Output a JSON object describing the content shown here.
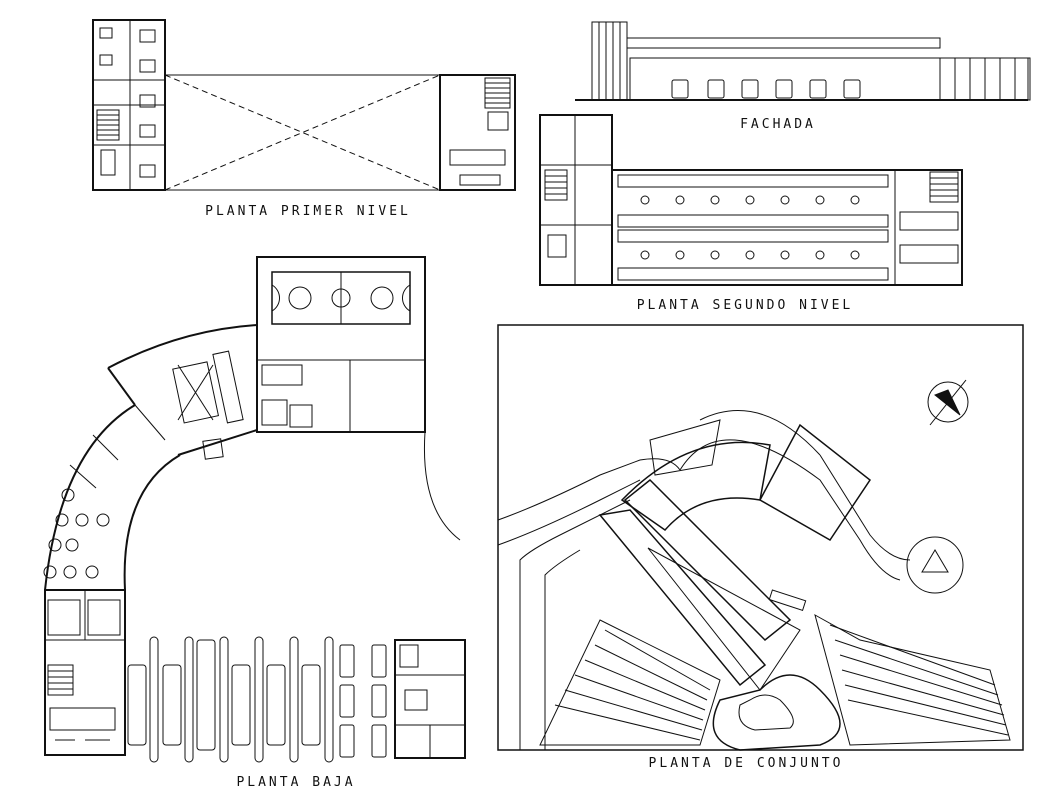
{
  "titles": {
    "primer_nivel": "PLANTA  PRIMER  NIVEL",
    "fachada": "FACHADA",
    "segundo_nivel": "PLANTA  SEGUNDO  NIVEL",
    "planta_baja": "PLANTA  BAJA",
    "conjunto": "PLANTA  DE  CONJUNTO"
  },
  "colors": {
    "line": "#111111",
    "background": "#ffffff"
  },
  "icons": [
    "north-arrow-icon",
    "tree-icon",
    "fire-truck-icon",
    "basketball-court-icon"
  ]
}
